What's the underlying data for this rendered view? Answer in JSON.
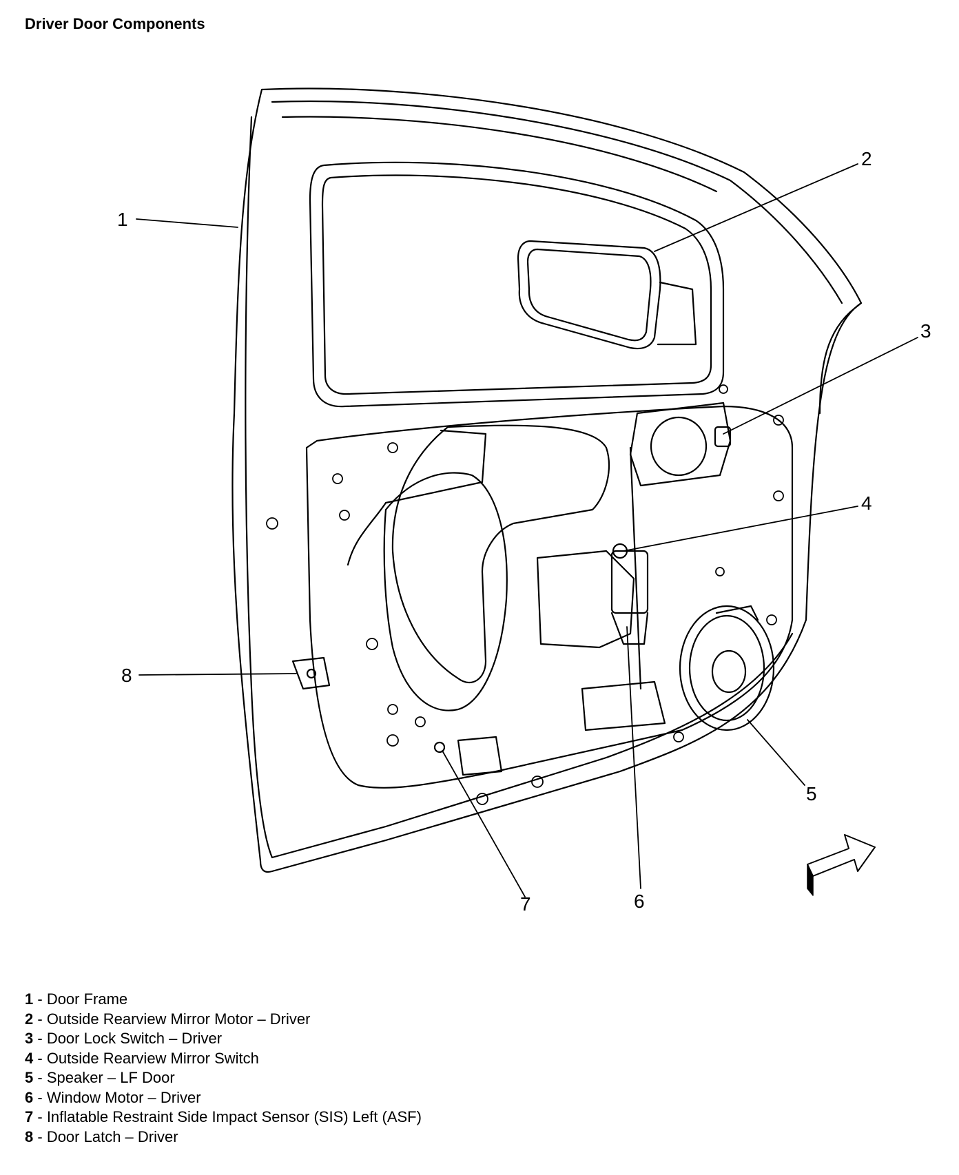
{
  "title": "Driver Door Components",
  "callouts": [
    {
      "num": "1",
      "label": "Door Frame"
    },
    {
      "num": "2",
      "label": "Outside Rearview Mirror Motor – Driver"
    },
    {
      "num": "3",
      "label": "Door Lock Switch – Driver"
    },
    {
      "num": "4",
      "label": "Outside Rearview Mirror Switch"
    },
    {
      "num": "5",
      "label": "Speaker – LF Door"
    },
    {
      "num": "6",
      "label": "Window Motor – Driver"
    },
    {
      "num": "7",
      "label": "Inflatable Restraint Side Impact Sensor (SIS) Left (ASF)"
    },
    {
      "num": "8",
      "label": "Door Latch – Driver"
    }
  ],
  "separator": " - "
}
